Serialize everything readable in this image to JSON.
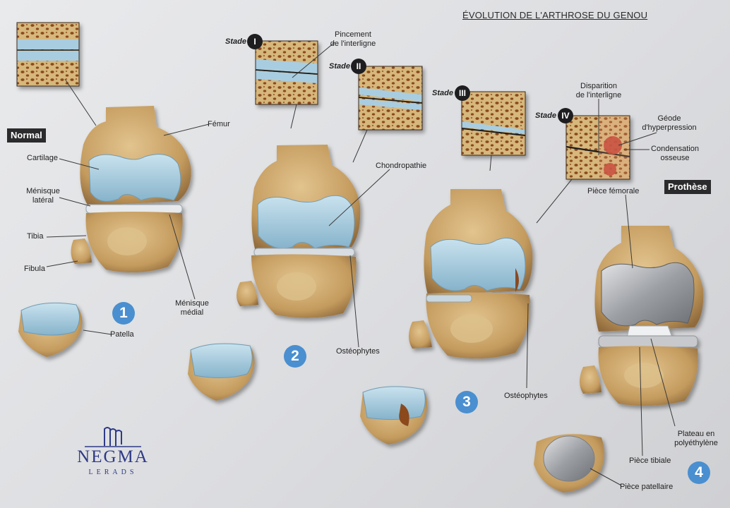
{
  "title": "ÉVOLUTION DE L'ARTHROSE DU GENOU",
  "tags": {
    "normal": "Normal",
    "prothese": "Prothèse"
  },
  "stade_word": "Stade",
  "stages": {
    "s1": "I",
    "s2": "II",
    "s3": "III",
    "s4": "IV"
  },
  "numbers": {
    "n1": "1",
    "n2": "2",
    "n3": "3",
    "n4": "4"
  },
  "labels": {
    "femur": "Fémur",
    "cartilage": "Cartilage",
    "menisque_lateral_1": "Ménisque",
    "menisque_lateral_2": "latéral",
    "tibia": "Tibia",
    "fibula": "Fibula",
    "menisque_medial_1": "Ménisque",
    "menisque_medial_2": "médial",
    "patella": "Patella",
    "pincement_1": "Pincement",
    "pincement_2": "de l'interligne",
    "chondropathie": "Chondropathie",
    "osteophytes_a": "Ostéophytes",
    "osteophytes_b": "Ostéophytes",
    "disparition_1": "Disparition",
    "disparition_2": "de l'interligne",
    "geode_1": "Géode",
    "geode_2": "d'hyperpression",
    "condensation_1": "Condensation",
    "condensation_2": "osseuse",
    "piece_femorale": "Pièce fémorale",
    "plateau_1": "Plateau en",
    "plateau_2": "polyéthylène",
    "piece_tibiale": "Pièce tibiale",
    "piece_patellaire": "Pièce patellaire"
  },
  "brand": {
    "name": "NEGMA",
    "sub": "LERADS"
  },
  "colors": {
    "bone": "#c9a56a",
    "cartilage": "#a9cde0",
    "implant": "#a3a6ab",
    "badge": "#4a8fd0",
    "marrow": "#8b4a1c"
  }
}
